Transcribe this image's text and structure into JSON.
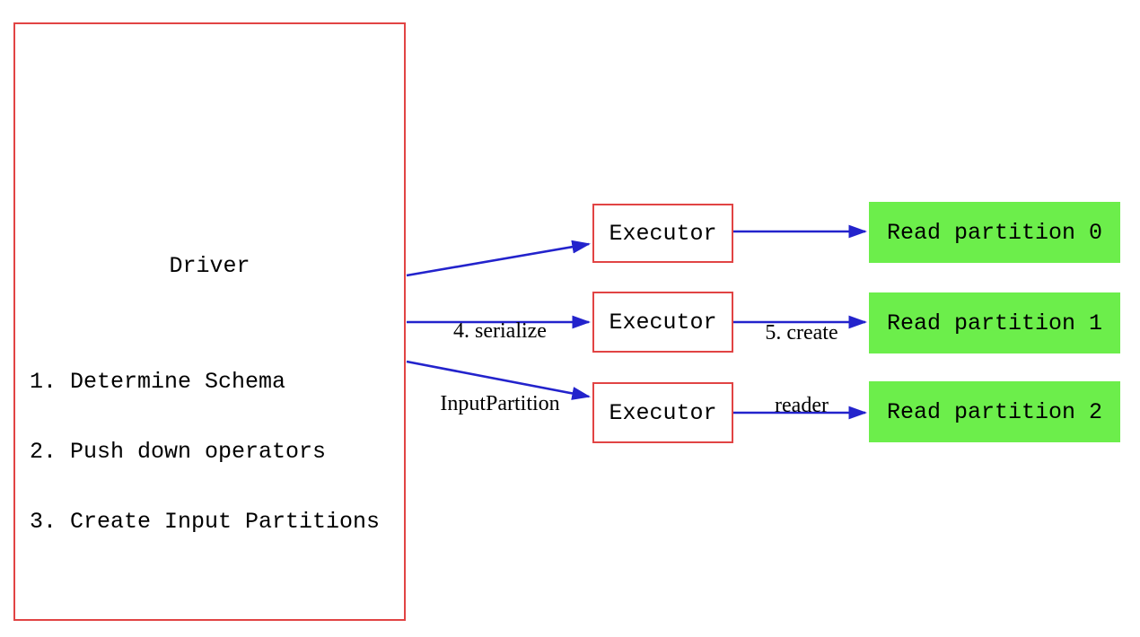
{
  "colors": {
    "box_border": "#e14444",
    "partition_fill": "#6cee4b",
    "arrow": "#2323cc",
    "text": "#000000"
  },
  "driver": {
    "title": "Driver",
    "steps": [
      "1. Determine Schema",
      "2. Push down operators",
      "3. Create Input Partitions"
    ]
  },
  "executors": [
    {
      "label": "Executor"
    },
    {
      "label": "Executor"
    },
    {
      "label": "Executor"
    }
  ],
  "partitions": [
    {
      "label": "Read partition 0"
    },
    {
      "label": "Read partition 1"
    },
    {
      "label": "Read partition 2"
    }
  ],
  "edge_labels": {
    "serialize": {
      "line1": "4. serialize",
      "line2": "InputPartition"
    },
    "create_reader": {
      "line1": "5. create",
      "line2": "reader"
    }
  }
}
